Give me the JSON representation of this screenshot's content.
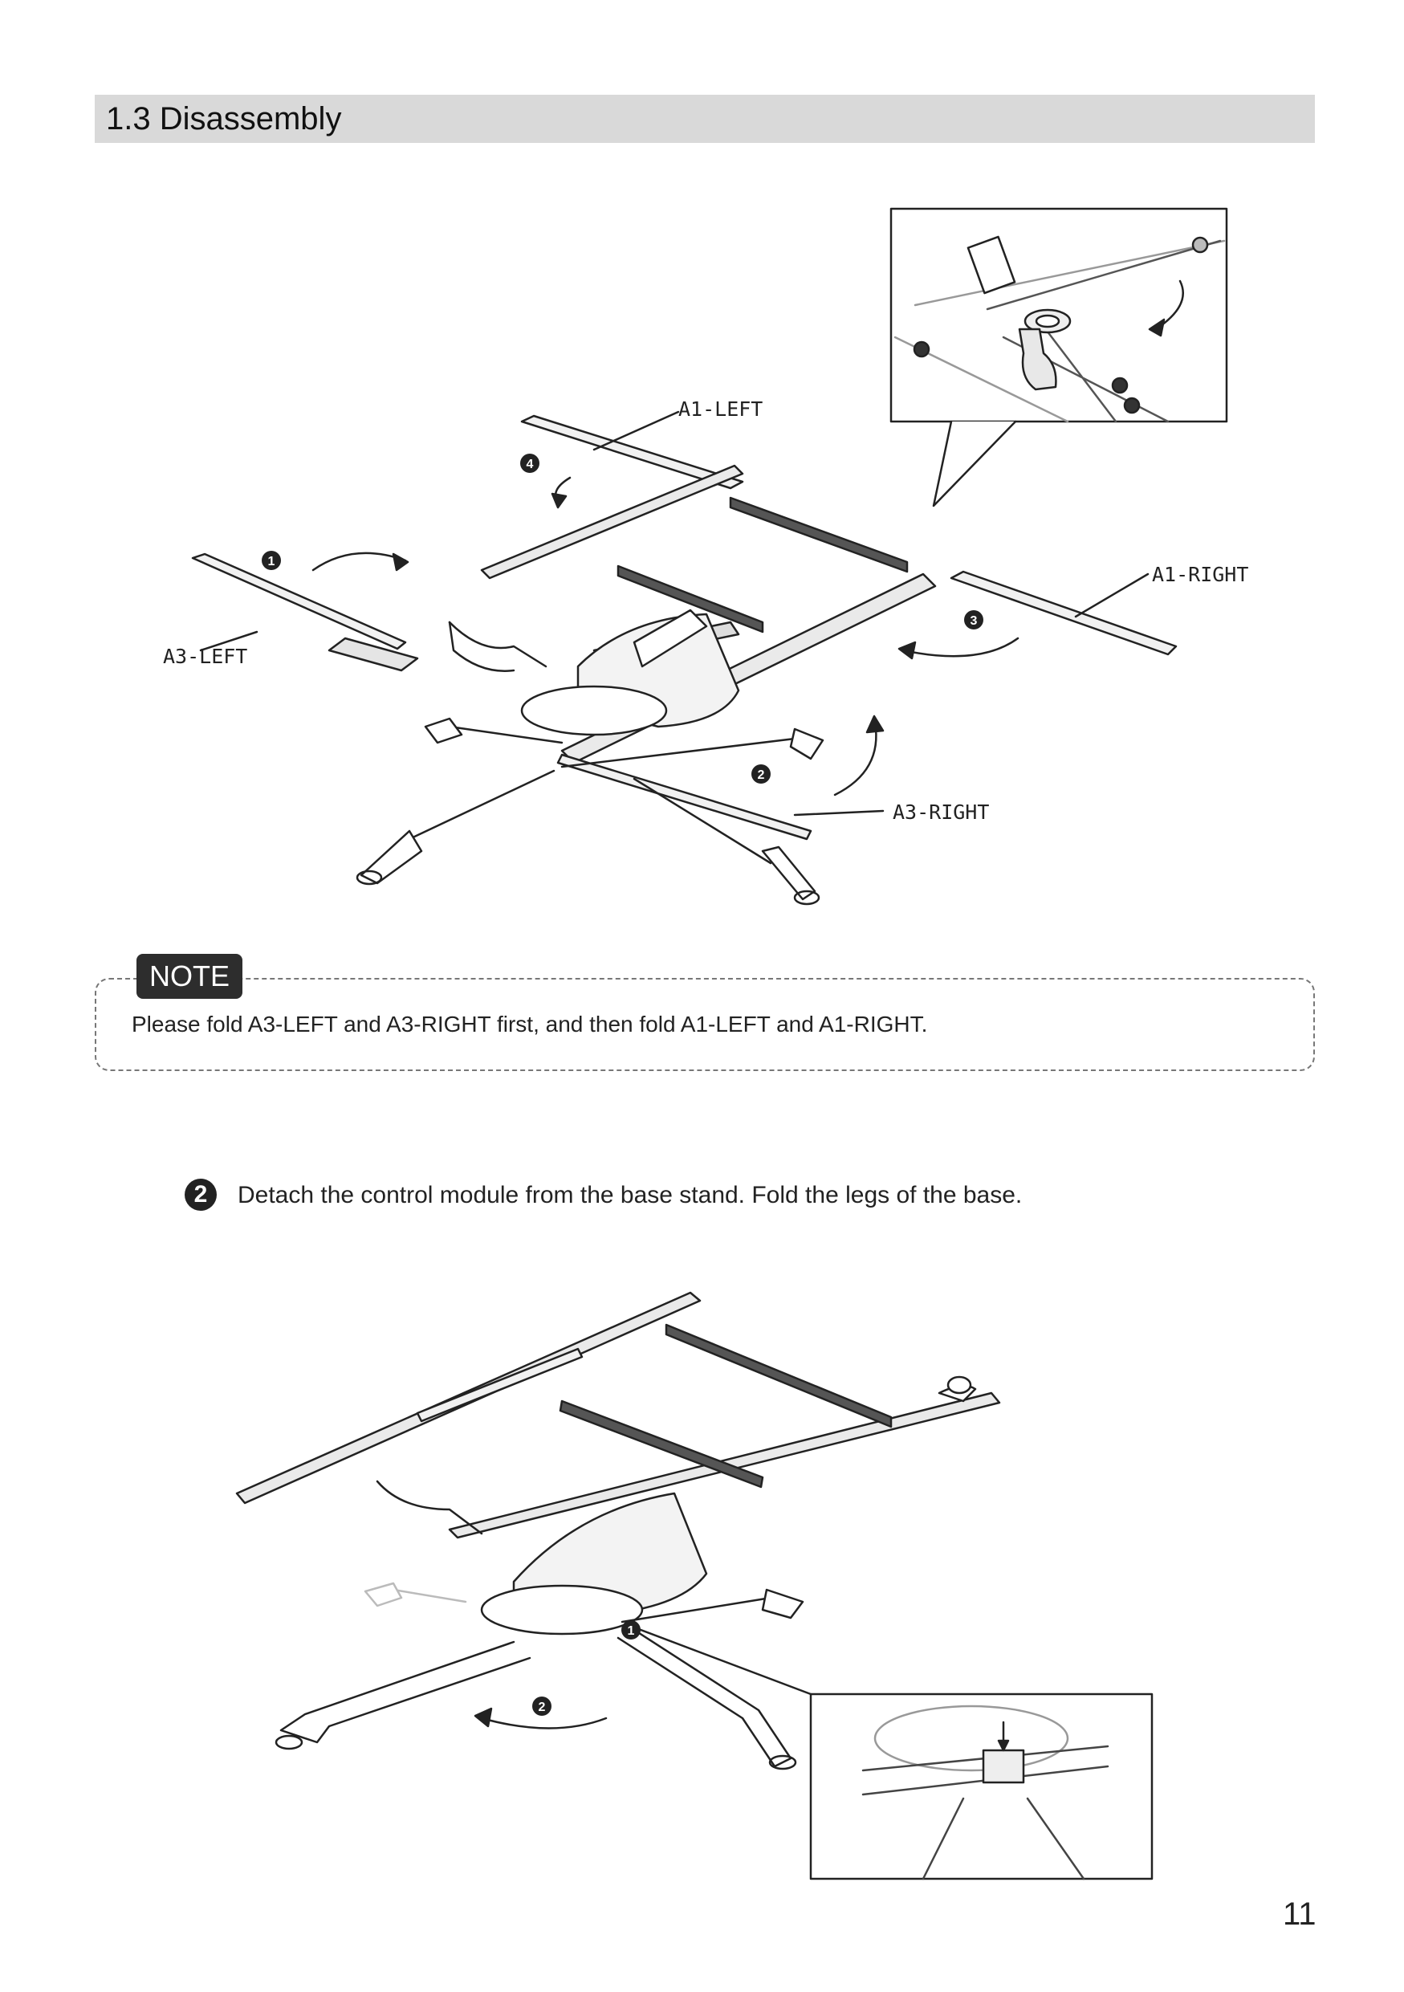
{
  "section": {
    "title": "1.3 Disassembly"
  },
  "figure1": {
    "labels": {
      "a1_left": "A1-LEFT",
      "a1_right": "A1-RIGHT",
      "a3_left": "A3-LEFT",
      "a3_right": "A3-RIGHT"
    },
    "steps": [
      "1",
      "2",
      "3",
      "4"
    ]
  },
  "note": {
    "badge": "NOTE",
    "text": "Please fold A3-LEFT and A3-RIGHT first, and then fold A1-LEFT and A1-RIGHT."
  },
  "step2": {
    "number": "2",
    "text": "Detach the control module from the base stand. Fold the legs of the base."
  },
  "figure2": {
    "steps": [
      "1",
      "2"
    ]
  },
  "page": {
    "number": "11"
  }
}
